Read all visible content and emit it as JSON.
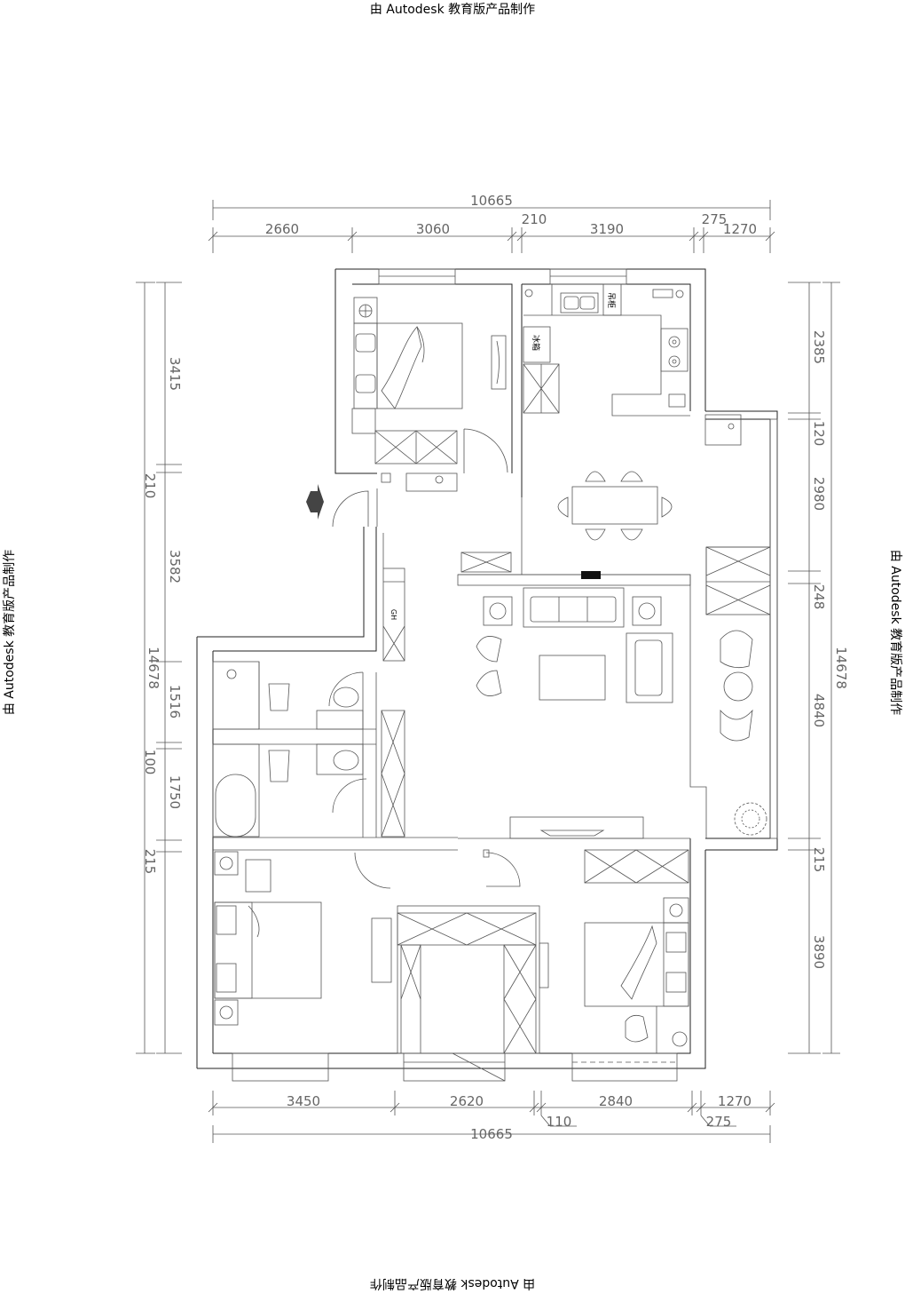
{
  "watermark": "由 Autodesk 教育版产品制作",
  "dimensions": {
    "top_total": "10665",
    "top_segments": [
      "2660",
      "3060",
      "210",
      "3190",
      "275",
      "1270"
    ],
    "bottom_segments": [
      "3450",
      "2620",
      "2840",
      "1270"
    ],
    "bottom_small": [
      "110",
      "275"
    ],
    "bottom_total": "10665",
    "left_total": "14678",
    "left_segments": [
      "3415",
      "210",
      "3582",
      "1516",
      "100",
      "1750",
      "215"
    ],
    "right_total": "14678",
    "right_segments": [
      "2385",
      "120",
      "2980",
      "248",
      "4840",
      "215",
      "3890"
    ]
  },
  "labels": {
    "cabinet_a": "吊柜",
    "cabinet_b": "冰箱",
    "cabinet_c": "GH"
  }
}
